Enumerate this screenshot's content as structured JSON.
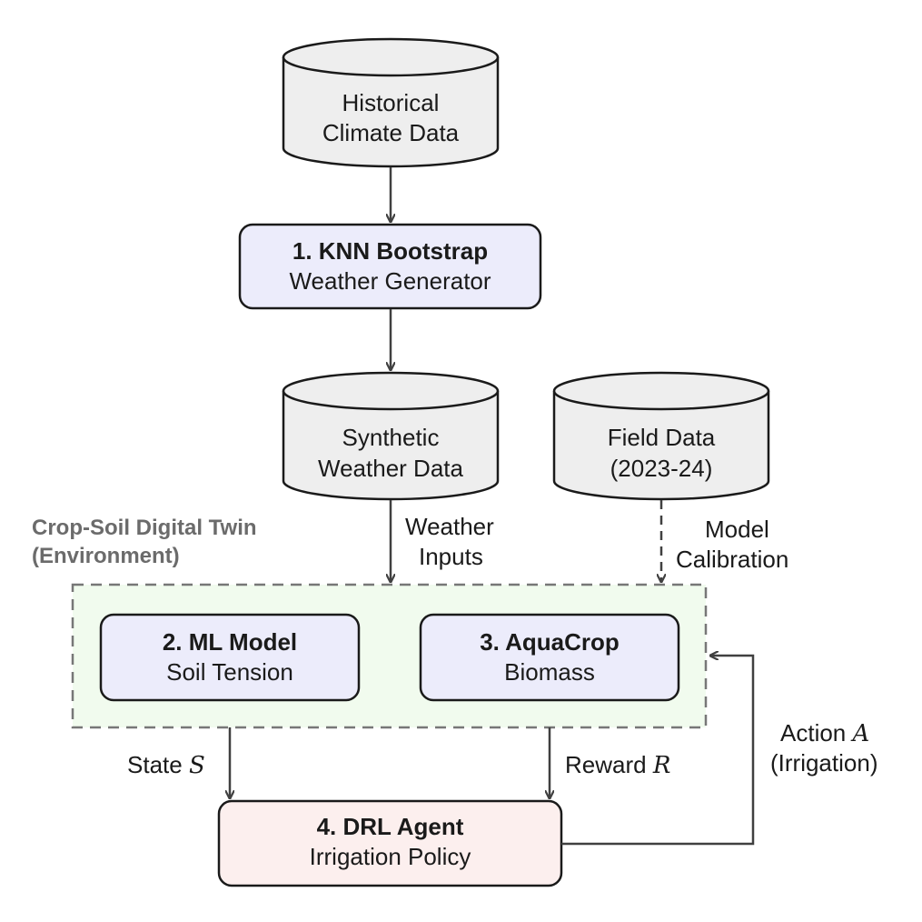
{
  "databases": {
    "historical": {
      "line1": "Historical",
      "line2": "Climate Data"
    },
    "synthetic": {
      "line1": "Synthetic",
      "line2": "Weather Data"
    },
    "field": {
      "line1": "Field Data",
      "line2": "(2023-24)"
    }
  },
  "processes": {
    "knn": {
      "title": "1. KNN Bootstrap",
      "subtitle": "Weather Generator"
    },
    "ml": {
      "title": "2. ML Model",
      "subtitle": "Soil Tension"
    },
    "aquacrop": {
      "title": "3. AquaCrop",
      "subtitle": "Biomass"
    },
    "drl": {
      "title": "4. DRL Agent",
      "subtitle": "Irrigation Policy"
    }
  },
  "group": {
    "line1": "Crop-Soil Digital Twin",
    "line2": "(Environment)"
  },
  "edges": {
    "weather_inputs": {
      "line1": "Weather",
      "line2": "Inputs"
    },
    "model_calibration": {
      "line1": "Model",
      "line2": "Calibration"
    },
    "state": {
      "text": "State ",
      "symbol": "S"
    },
    "reward": {
      "text": "Reward ",
      "symbol": "R"
    },
    "action": {
      "text": "Action ",
      "symbol": "A",
      "line2": "(Irrigation)"
    }
  },
  "colors": {
    "database_fill": "#eeeeee",
    "process_fill": "#ececfb",
    "agent_fill": "#fcefee",
    "group_fill": "#f1fbee",
    "stroke": "#1a1a1a",
    "arrow": "#404040"
  }
}
